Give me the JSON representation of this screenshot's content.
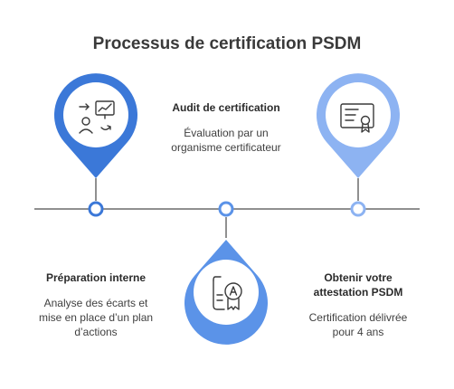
{
  "title": "Processus de certification PSDM",
  "colors": {
    "dark_blue": "#3b78d8",
    "mid_blue": "#5b93e8",
    "light_blue": "#8db3f2",
    "timeline": "#6b6b6b"
  },
  "steps": [
    {
      "heading": "Préparation interne",
      "desc_lines": [
        "Analyse des écarts et",
        "mise en place d’un plan",
        "d’actions"
      ],
      "icon": "analysis-icon"
    },
    {
      "heading": "Audit de certification",
      "desc_lines": [
        "Évaluation par un",
        "organisme certificateur"
      ],
      "icon": "audit-badge-icon"
    },
    {
      "heading_lines": [
        "Obtenir votre",
        "attestation PSDM"
      ],
      "desc_lines": [
        "Certification délivrée",
        "pour 4 ans"
      ],
      "icon": "certificate-icon"
    }
  ]
}
